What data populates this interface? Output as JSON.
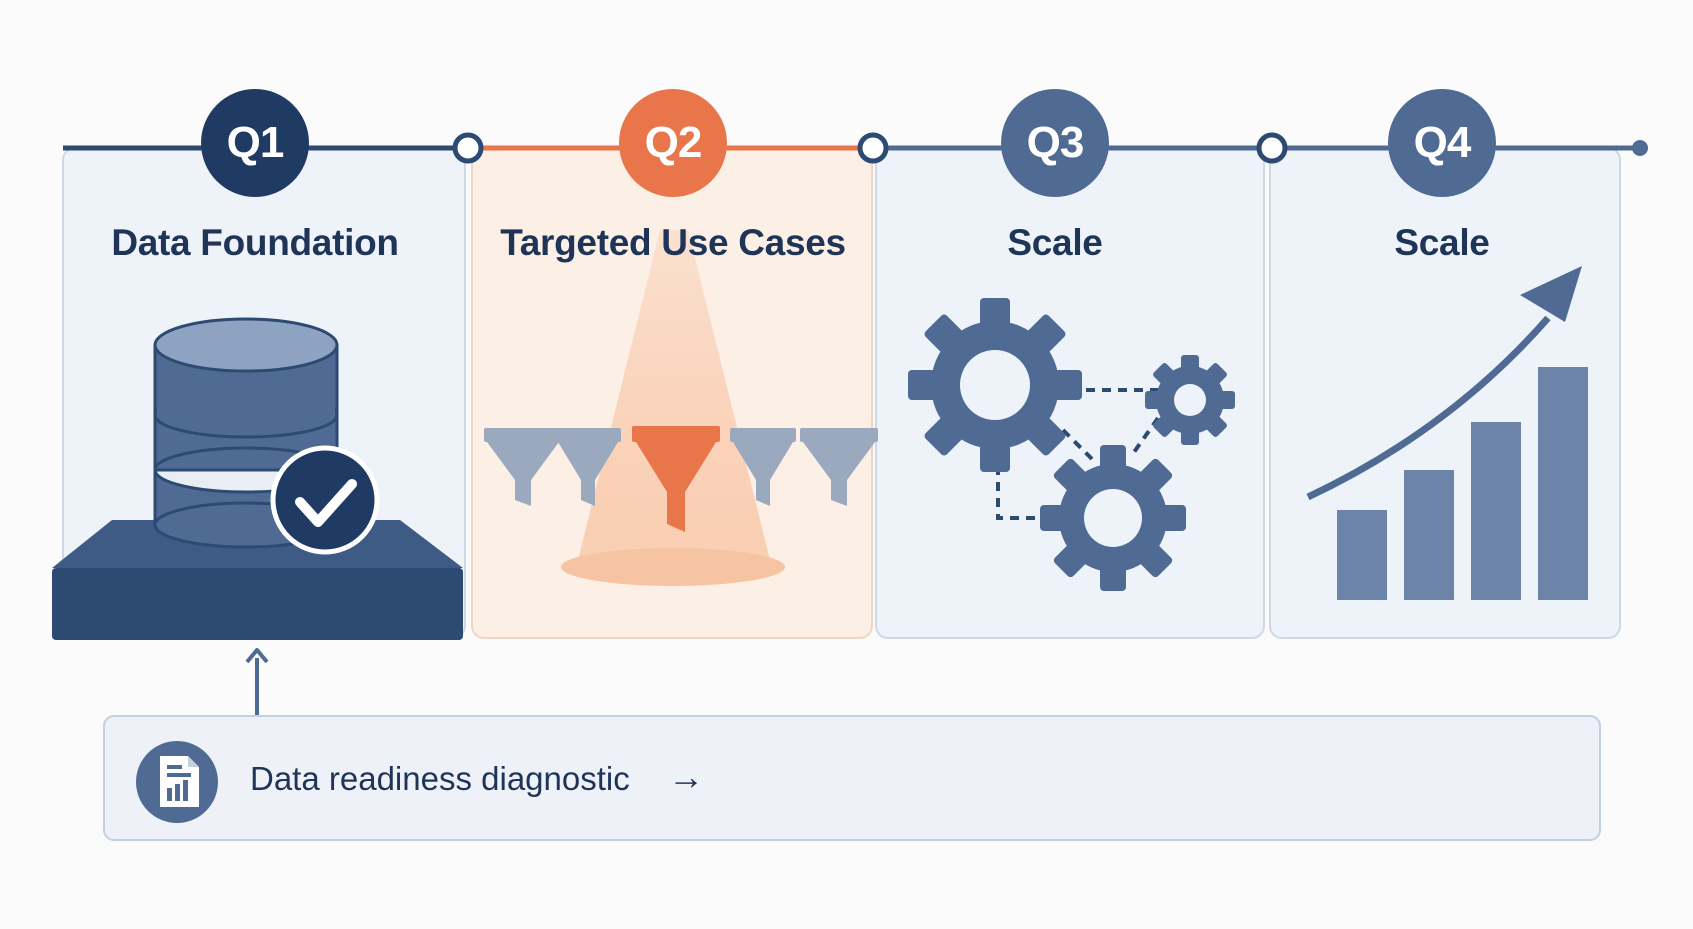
{
  "colors": {
    "navy": "#2d4a72",
    "steel": "#4f6b94",
    "accent": "#e8764a",
    "text": "#1f3557"
  },
  "stages": [
    {
      "badge": "Q1",
      "title": "Data Foundation",
      "icon": "database-check-icon"
    },
    {
      "badge": "Q2",
      "title": "Targeted Use Cases",
      "icon": "funnel-spotlight-icon"
    },
    {
      "badge": "Q3",
      "title": "Scale",
      "icon": "gears-icon"
    },
    {
      "badge": "Q4",
      "title": "Scale",
      "icon": "bar-chart-growth-icon"
    }
  ],
  "diagnostic": {
    "label": "Data readiness diagnostic",
    "arrow": "→",
    "icon": "report-document-icon"
  }
}
